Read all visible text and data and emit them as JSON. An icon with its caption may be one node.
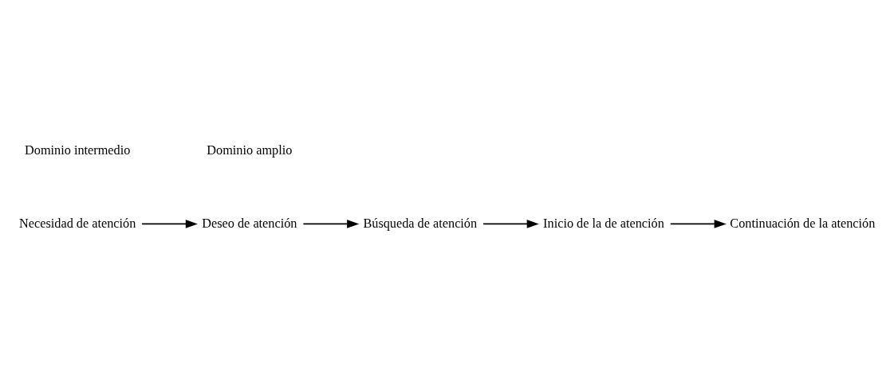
{
  "diagram": {
    "nodes": [
      {
        "text": [
          "Necesidad de atención"
        ]
      },
      {
        "text": [
          "Deseo de atención"
        ]
      },
      {
        "text": [
          "Búsqueda de atención"
        ]
      },
      {
        "text": [
          "Inicio de la de atención"
        ]
      },
      {
        "text": [
          "Continuación de la atención"
        ]
      }
    ],
    "edges": [
      {
        "from": 0,
        "to": 1,
        "arrow": "to"
      },
      {
        "from": 1,
        "to": 2,
        "arrow": "to"
      },
      {
        "from": 2,
        "to": 3,
        "arrow": "to"
      },
      {
        "from": 3,
        "to": 4,
        "arrow": "to"
      }
    ],
    "labels": [
      "Dominio intermedio",
      "Dominio amplio"
    ]
  }
}
